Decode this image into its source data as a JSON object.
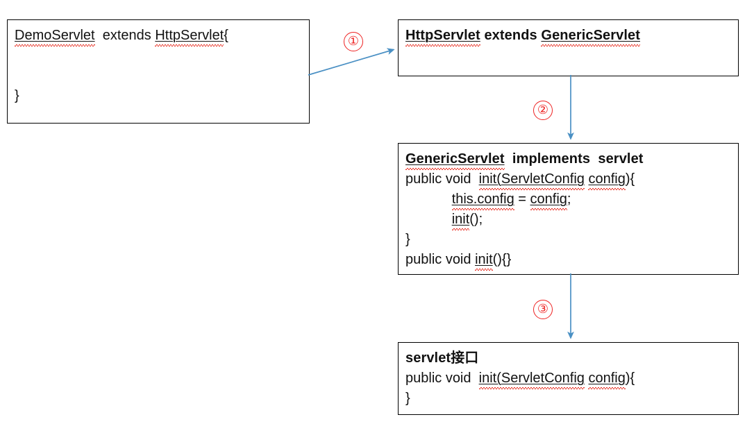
{
  "diagram": {
    "title": "Servlet inheritance chain",
    "accent_arrow_color": "#4a90c4",
    "step_marker_color": "#ee2222",
    "box_border_color": "#000000",
    "spellcheck_underline_color": "#e8362b",
    "boxes": [
      {
        "id": "demo-servlet",
        "lines": [
          {
            "text": "DemoServlet  extends HttpServlet{",
            "bold": false
          },
          {
            "text": "",
            "bold": false
          },
          {
            "text": "",
            "bold": false
          },
          {
            "text": "}",
            "bold": false
          }
        ]
      },
      {
        "id": "http-servlet",
        "lines": [
          {
            "text": "HttpServlet extends GenericServlet",
            "bold": true
          }
        ]
      },
      {
        "id": "generic-servlet",
        "lines": [
          {
            "text": "GenericServlet  implements  servlet",
            "bold": true
          },
          {
            "text": "public void  init(ServletConfig config){",
            "bold": false
          },
          {
            "text": "            this.config = config;",
            "bold": false
          },
          {
            "text": "            init();",
            "bold": false
          },
          {
            "text": "}",
            "bold": false
          },
          {
            "text": "public void init(){}",
            "bold": false
          }
        ]
      },
      {
        "id": "servlet-interface",
        "lines": [
          {
            "text": "servlet接口",
            "bold": true
          },
          {
            "text": "public void  init(ServletConfig config){",
            "bold": false
          },
          {
            "text": "}",
            "bold": false
          }
        ]
      }
    ],
    "steps": [
      {
        "id": "step-1",
        "label": "①",
        "from": "demo-servlet",
        "to": "http-servlet"
      },
      {
        "id": "step-2",
        "label": "②",
        "from": "http-servlet",
        "to": "generic-servlet"
      },
      {
        "id": "step-3",
        "label": "③",
        "from": "generic-servlet",
        "to": "servlet-interface"
      }
    ]
  }
}
